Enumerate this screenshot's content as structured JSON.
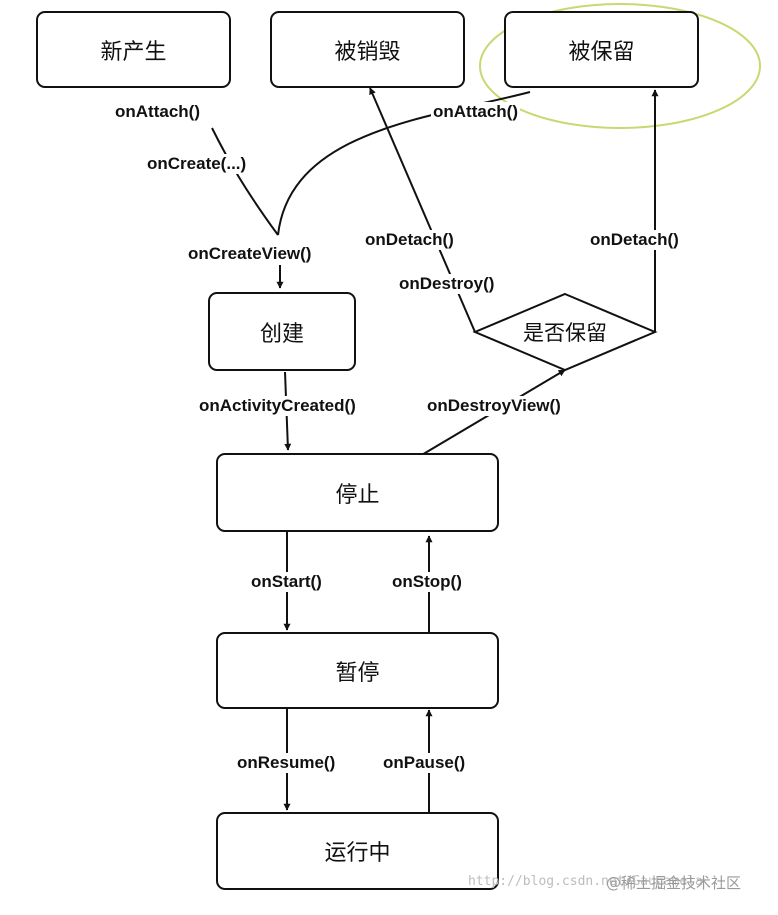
{
  "nodes": {
    "new": "新产生",
    "destroyed": "被销毁",
    "retained": "被保留",
    "created": "创建",
    "retain_decision": "是否保留",
    "stopped": "停止",
    "paused": "暂停",
    "running": "运行中"
  },
  "edges": {
    "on_attach_left": "onAttach()",
    "on_create": "onCreate(...)",
    "on_create_view": "onCreateView()",
    "on_attach_right": "onAttach()",
    "on_detach_left": "onDetach()",
    "on_destroy": "onDestroy()",
    "on_detach_right": "onDetach()",
    "on_activity_created": "onActivityCreated()",
    "on_destroy_view": "onDestroyView()",
    "on_start": "onStart()",
    "on_stop": "onStop()",
    "on_resume": "onResume()",
    "on_pause": "onPause()"
  },
  "colors": {
    "stroke": "#111111",
    "highlight_ellipse": "#c9d873"
  },
  "watermark": {
    "url": "http://blog.csdn.net/Gaugamela",
    "brand": "@稀土掘金技术社区"
  }
}
